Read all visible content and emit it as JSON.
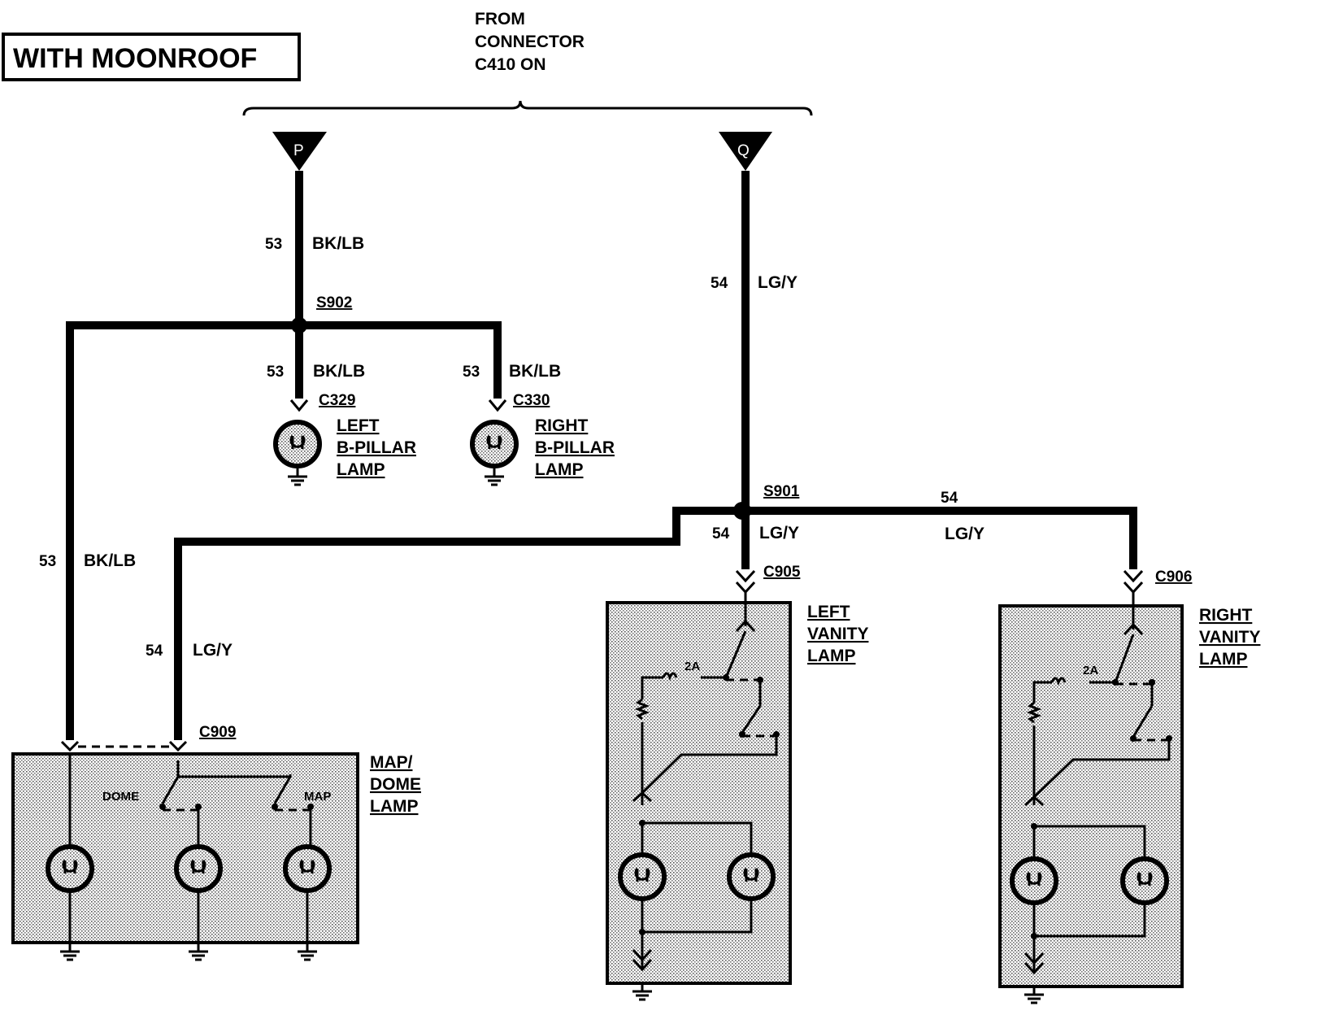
{
  "title": "WITH MOONROOF",
  "source_note": [
    "FROM",
    "CONNECTOR",
    "C410 ON"
  ],
  "pins": {
    "p": "P",
    "q": "Q"
  },
  "wires": {
    "w53": "53",
    "w54": "54",
    "bklb": "BK/LB",
    "lgy": "LG/Y"
  },
  "splices": {
    "s902": "S902",
    "s901": "S901"
  },
  "connectors": {
    "c329": "C329",
    "c330": "C330",
    "c909": "C909",
    "c905": "C905",
    "c906": "C906"
  },
  "components": {
    "left_b_pillar": [
      "LEFT",
      "B-PILLAR",
      "LAMP"
    ],
    "right_b_pillar": [
      "RIGHT",
      "B-PILLAR",
      "LAMP"
    ],
    "map_dome": [
      "MAP/",
      "DOME",
      "LAMP"
    ],
    "left_vanity": [
      "LEFT",
      "VANITY",
      "LAMP"
    ],
    "right_vanity": [
      "RIGHT",
      "VANITY",
      "LAMP"
    ]
  },
  "switch_labels": {
    "dome": "DOME",
    "map": "MAP"
  },
  "fuse_rating": "2A"
}
